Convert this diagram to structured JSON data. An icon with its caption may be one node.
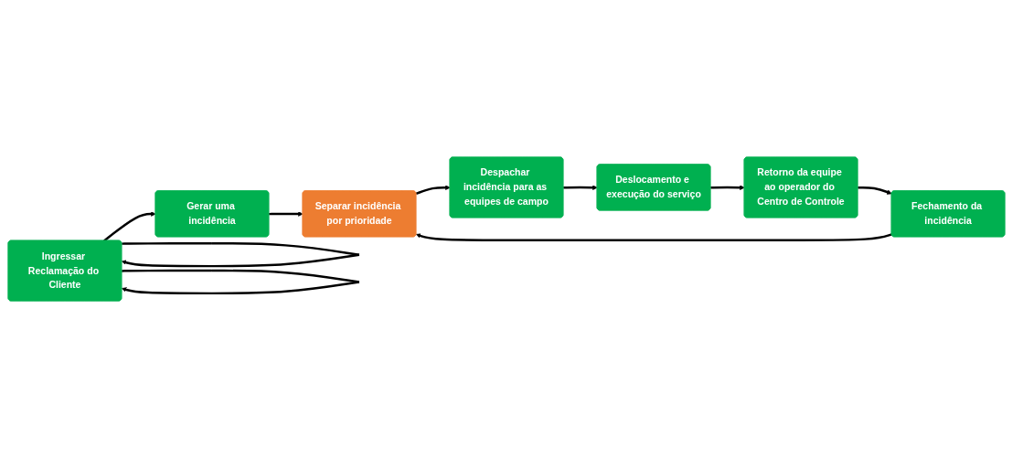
{
  "diagram": {
    "nodes": [
      {
        "text": [
          "Ingressar Reclamação do Cliente"
        ]
      },
      {
        "text": [
          "Gerar uma incidência"
        ]
      },
      {
        "text": [
          "Separar incidência por prioridade"
        ]
      },
      {
        "text": [
          "Despachar incidência para as equipes de campo"
        ]
      },
      {
        "text": [
          "Deslocamento e execução do serviço"
        ]
      },
      {
        "text": [
          "Retorno da equipe ao operador do Centro de Controle"
        ]
      },
      {
        "text": [
          "Fechamento da incidência"
        ]
      }
    ],
    "edges": [
      {
        "from": 0,
        "to": 0,
        "arrow": "to"
      },
      {
        "from": 0,
        "to": 0,
        "arrow": "to"
      },
      {
        "from": 0,
        "to": 1,
        "arrow": "to"
      },
      {
        "from": 1,
        "to": 2,
        "arrow": "to"
      },
      {
        "from": 2,
        "to": 3,
        "arrow": "to"
      },
      {
        "from": 3,
        "to": 4,
        "arrow": "to"
      },
      {
        "from": 4,
        "to": 5,
        "arrow": "to"
      },
      {
        "from": 5,
        "to": 6,
        "arrow": "to"
      },
      {
        "from": 6,
        "to": 2,
        "arrow": "to"
      }
    ]
  }
}
